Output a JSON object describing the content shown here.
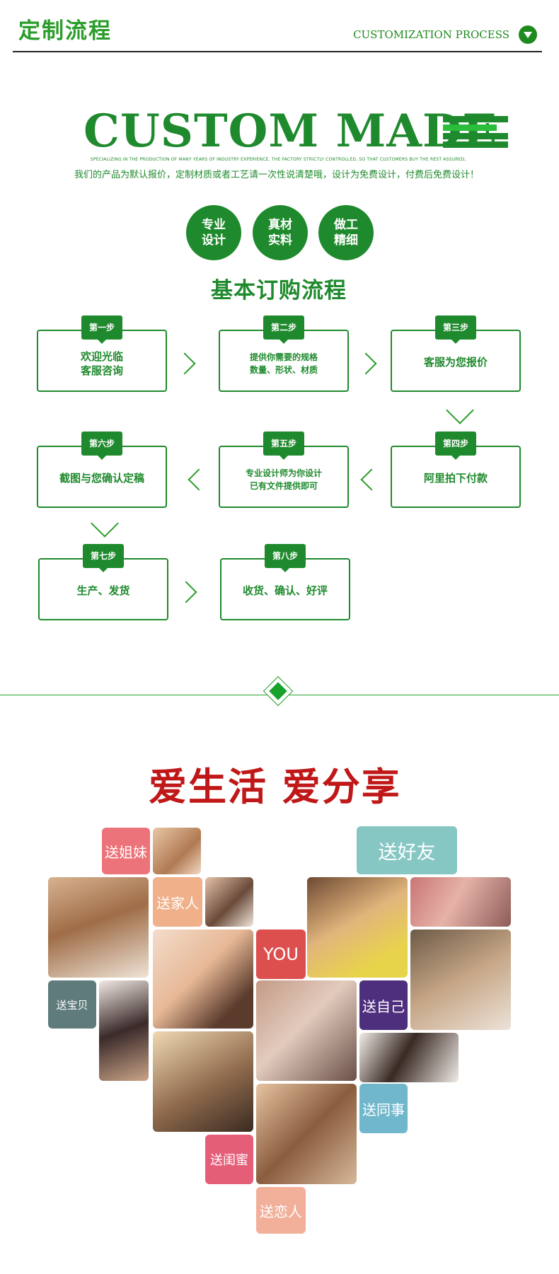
{
  "header": {
    "title": "定制流程",
    "subtitle": "CUSTOMIZATION PROCESS"
  },
  "custom_made": {
    "title": "CUSTOM  MADE",
    "small": "SPECIALIZING IN THE PRODUCTION OF MANY YEARS OF INDUSTRY EXPERIENCE, THE FACTORY STRICTLY CONTROLLED, SO THAT CUSTOMERS BUY THE REST ASSURED,",
    "note": "我们的产品为默认报价，定制材质或者工艺请一次性说清楚哦，设计为免费设计，付费后免费设计！"
  },
  "badges": [
    "专业\n设计",
    "真材\n实料",
    "做工\n精细"
  ],
  "flow_title": "基本订购流程",
  "steps": [
    {
      "tag": "第一步",
      "text": "欢迎光临\n客服咨询"
    },
    {
      "tag": "第二步",
      "text": "提供你需要的规格\n数量、形状、材质"
    },
    {
      "tag": "第三步",
      "text": "客服为您报价"
    },
    {
      "tag": "第四步",
      "text": "阿里拍下付款"
    },
    {
      "tag": "第五步",
      "text": "专业设计师为你设计\n已有文件提供即可"
    },
    {
      "tag": "第六步",
      "text": "截图与您确认定稿"
    },
    {
      "tag": "第七步",
      "text": "生产、发货"
    },
    {
      "tag": "第八步",
      "text": "收货、确认、好评"
    }
  ],
  "love": {
    "title": "爱生活   爱分享"
  },
  "labels": {
    "sister": "送姐妹",
    "family": "送家人",
    "friend": "送好友",
    "baby": "送宝贝",
    "you": "YOU",
    "self": "送自己",
    "colleague": "送同事",
    "bestie": "送闺蜜",
    "lover": "送恋人"
  },
  "colors": {
    "green": "#1f8a2d",
    "red": "#c01818"
  }
}
